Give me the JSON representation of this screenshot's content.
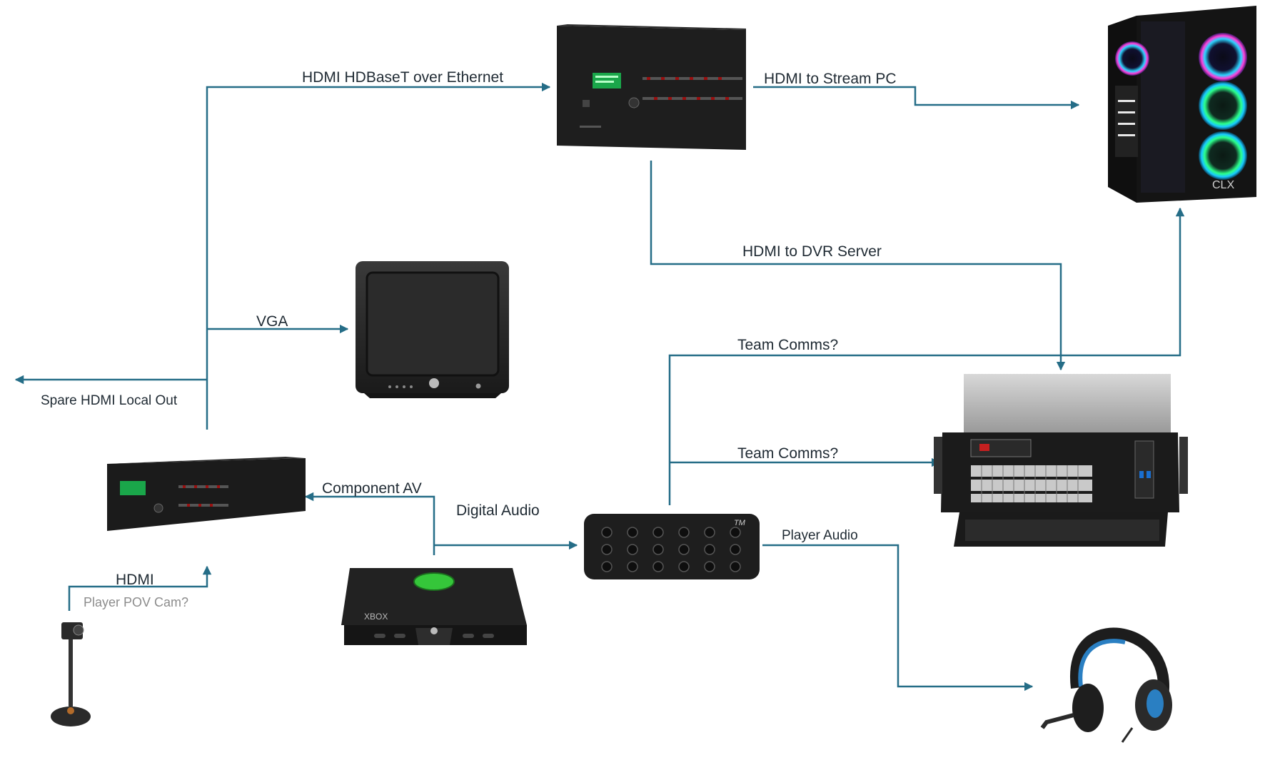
{
  "labels": {
    "hdbaset": "HDMI HDBaseT over Ethernet",
    "stream_pc": "HDMI to Stream PC",
    "dvr_server": "HDMI to DVR Server",
    "vga": "VGA",
    "spare_out": "Spare HDMI Local Out",
    "team_comms_top": "Team Comms?",
    "team_comms_mid": "Team Comms?",
    "component_av": "Component AV",
    "digital_audio": "Digital Audio",
    "player_audio": "Player Audio",
    "hdmi": "HDMI",
    "pov_cam": "Player POV Cam?"
  },
  "devices": {
    "matrix_brand": "CLX",
    "xbox_text": "XBOX",
    "mixer_brand": "TM"
  },
  "colors": {
    "connector": "#256d87",
    "text": "#1f2a33",
    "muted_text": "#8c8c8c",
    "device_dark": "#1c1c1c"
  }
}
